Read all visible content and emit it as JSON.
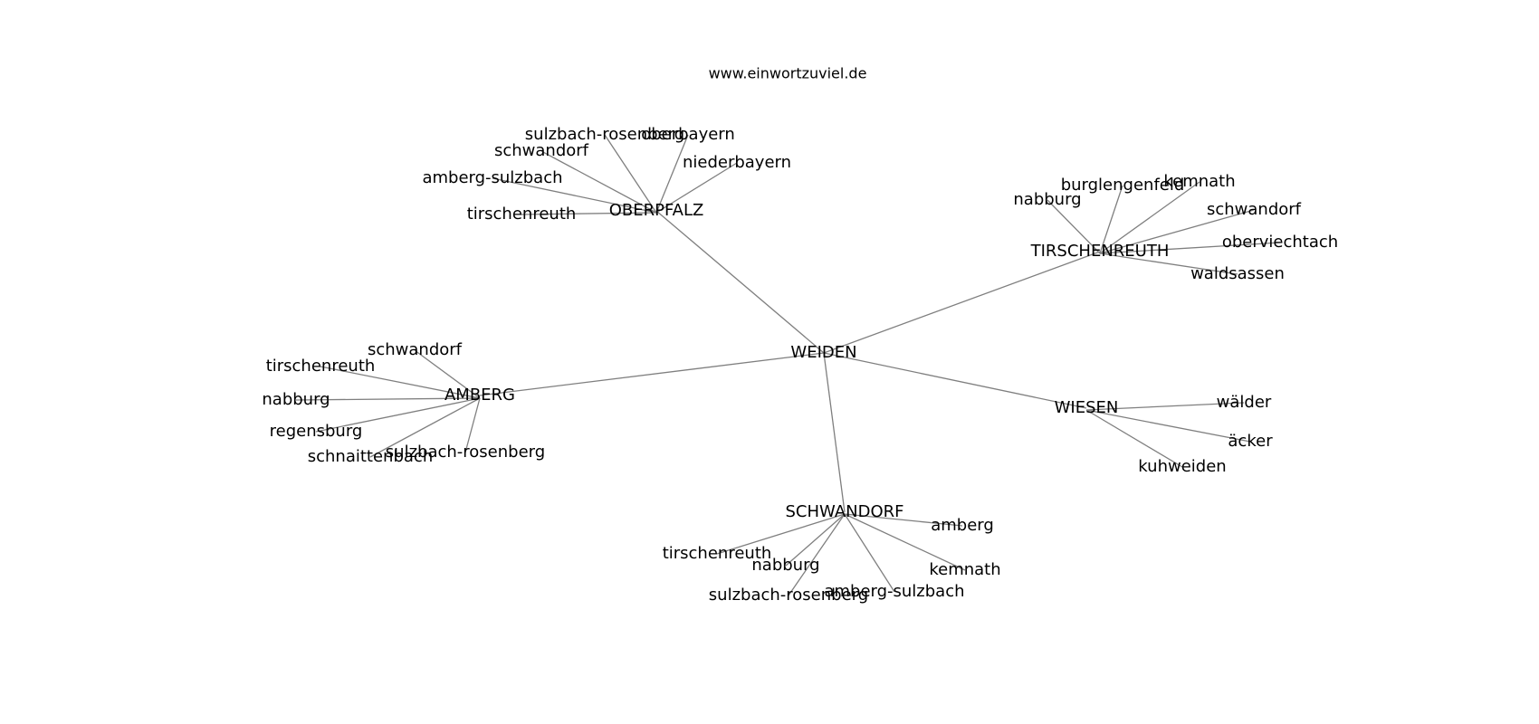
{
  "site": "www.einwortzuviel.de",
  "center": {
    "label": "WEIDEN"
  },
  "hubs": [
    {
      "label": "OBERPFALZ",
      "leaves": [
        "sulzbach-rosenberg",
        "oberbayern",
        "schwandorf",
        "niederbayern",
        "amberg-sulzbach",
        "tirschenreuth"
      ]
    },
    {
      "label": "TIRSCHENREUTH",
      "leaves": [
        "burglengenfeld",
        "kemnath",
        "nabburg",
        "schwandorf",
        "oberviechtach",
        "waldsassen"
      ]
    },
    {
      "label": "AMBERG",
      "leaves": [
        "schwandorf",
        "tirschenreuth",
        "nabburg",
        "regensburg",
        "schnaittenbach",
        "sulzbach-rosenberg"
      ]
    },
    {
      "label": "WIESEN",
      "leaves": [
        "wälder",
        "äcker",
        "kuhweiden"
      ]
    },
    {
      "label": "SCHWANDORF",
      "leaves": [
        "amberg",
        "tirschenreuth",
        "nabburg",
        "kemnath",
        "sulzbach-rosenberg",
        "amberg-sulzbach"
      ]
    }
  ]
}
